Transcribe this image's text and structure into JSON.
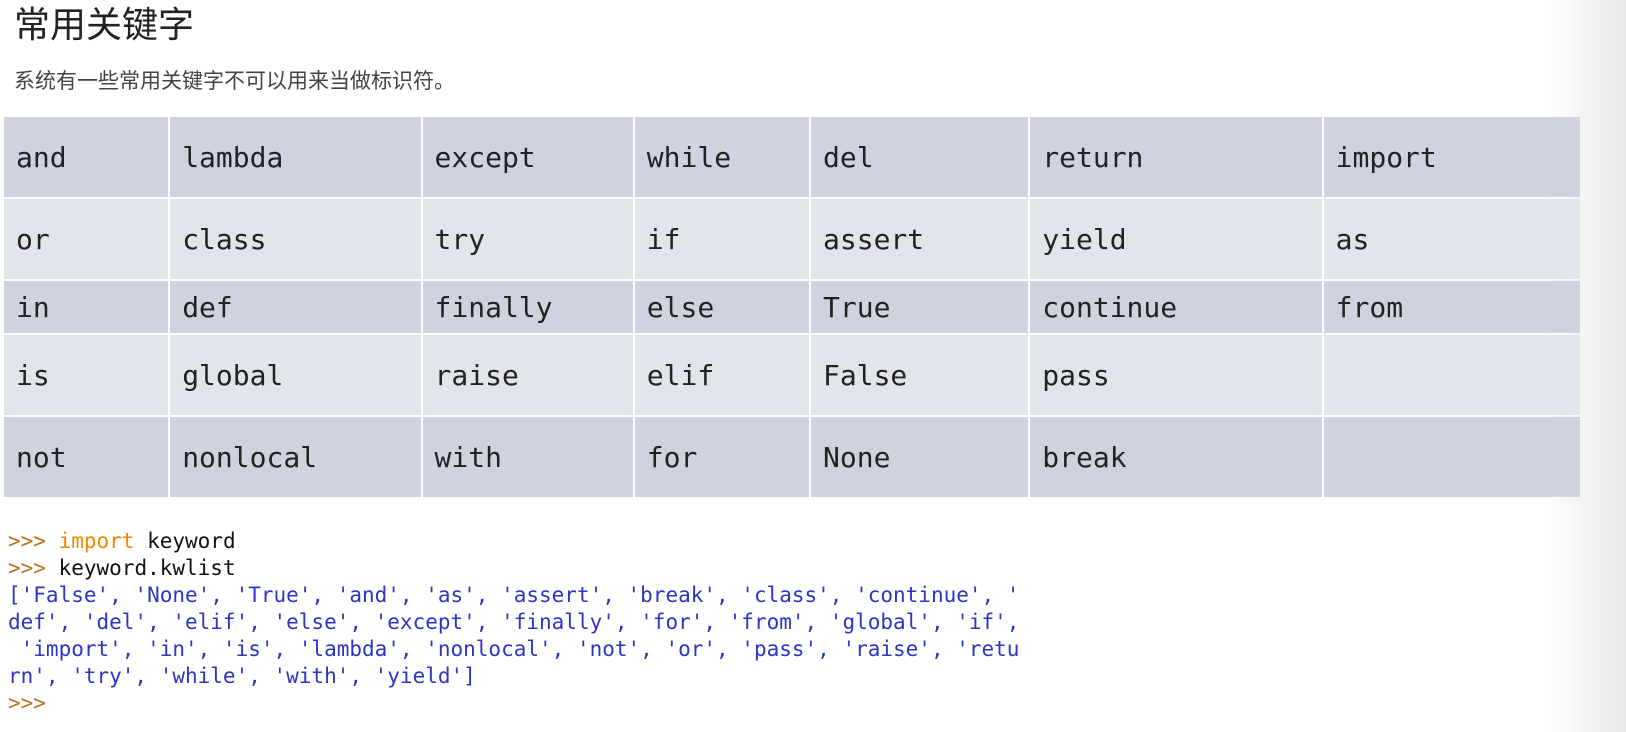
{
  "heading": "常用关键字",
  "description": "系统有一些常用关键字不可以用来当做标识符。",
  "keyword_table": {
    "rows": [
      [
        "and",
        "lambda",
        "except",
        "while",
        "del",
        "return",
        "import"
      ],
      [
        "or",
        "class",
        "try",
        "if",
        "assert",
        "yield",
        "as"
      ],
      [
        "in",
        "def",
        "finally",
        "else",
        "True",
        "continue",
        "from"
      ],
      [
        "is",
        "global",
        "raise",
        "elif",
        "False",
        "pass",
        ""
      ],
      [
        "not",
        "nonlocal",
        "with",
        "for",
        "None",
        "break",
        ""
      ]
    ]
  },
  "console": {
    "prompt": ">>>",
    "line1_keyword": "import",
    "line1_rest": " keyword",
    "line2_text": " keyword.kwlist",
    "output_lines": [
      "['False', 'None', 'True', 'and', 'as', 'assert', 'break', 'class', 'continue', '",
      "def', 'del', 'elif', 'else', 'except', 'finally', 'for', 'from', 'global', 'if',",
      " 'import', 'in', 'is', 'lambda', 'nonlocal', 'not', 'or', 'pass', 'raise', 'retu",
      "rn', 'try', 'while', 'with', 'yield']"
    ]
  },
  "colors": {
    "table_row_dark": "#cfd3df",
    "table_row_light": "#e2e4ec",
    "console_output": "#2b35c8",
    "console_keyword": "#ef8a00",
    "console_prompt": "#b8731f"
  }
}
